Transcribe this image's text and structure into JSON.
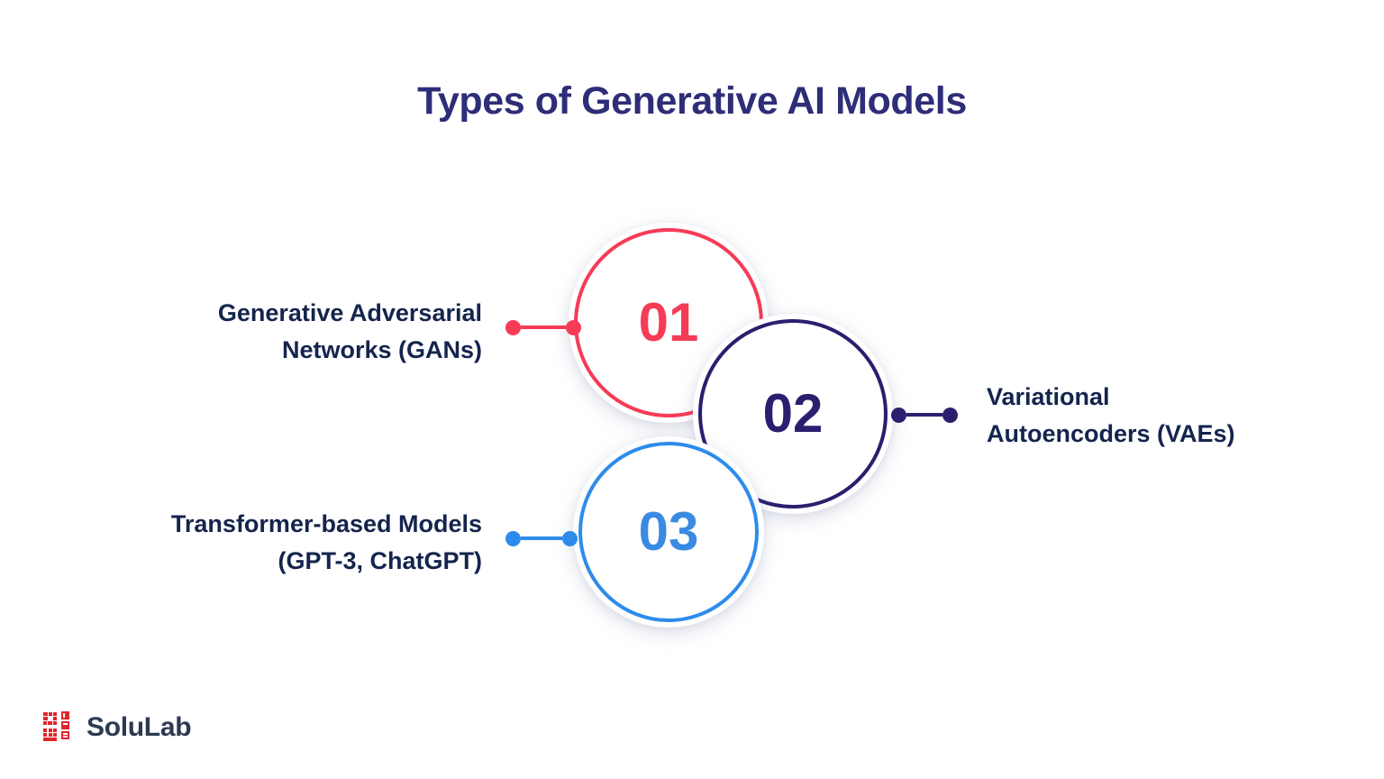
{
  "page": {
    "title": "Types of Generative AI Models",
    "background_color": "#ffffff",
    "title_color": "#2d2d78"
  },
  "infographic": {
    "type": "numbered-circle-list",
    "nodes": [
      {
        "number": "01",
        "label": "Generative Adversarial\nNetworks (GANs)",
        "color": "#f63b57",
        "color_name": "crimson-red",
        "label_side": "left",
        "connector_icon": "dot-line-dot-connector"
      },
      {
        "number": "02",
        "label": "Variational\nAutoencoders (VAEs)",
        "color": "#2a1f6e",
        "color_name": "deep-indigo",
        "label_side": "right",
        "connector_icon": "dot-line-dot-connector"
      },
      {
        "number": "03",
        "label": "Transformer-based Models\n(GPT-3, ChatGPT)",
        "color": "#2d8ceb",
        "color_name": "bright-blue",
        "label_side": "left",
        "connector_icon": "dot-line-dot-connector"
      }
    ],
    "label_color": "#14244d"
  },
  "brand": {
    "name": "SoluLab",
    "mark_icon": "solulab-pixel-logo-icon",
    "mark_color": "#e0252b",
    "name_color": "#2b3a50"
  }
}
